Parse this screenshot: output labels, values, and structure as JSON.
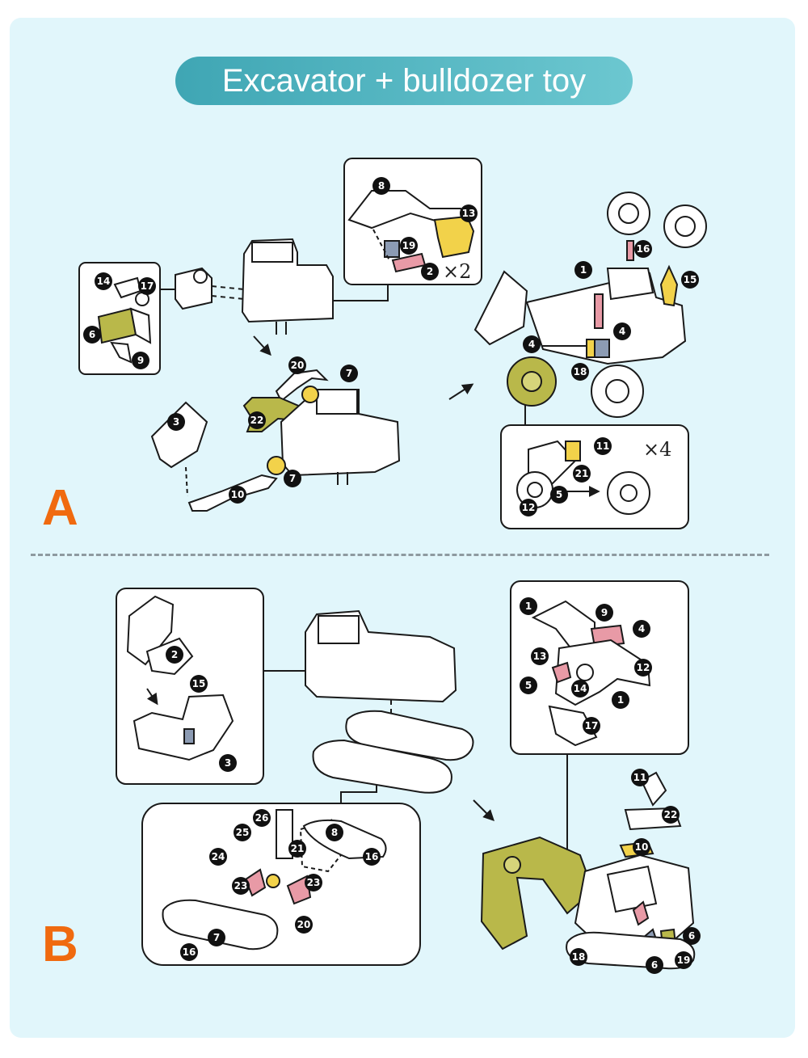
{
  "title": "Excavator + bulldozer toy",
  "sections": {
    "a": "A",
    "b": "B"
  },
  "multipliers": {
    "x2": "×2",
    "x4": "×4"
  },
  "colors": {
    "background": "#e1f6fb",
    "title_start": "#3fa6b4",
    "title_end": "#6cc7d0",
    "section_letter": "#f06a0f",
    "part_olive": "#b9b84a",
    "part_yellow": "#f2d24a",
    "part_pink": "#e89aa6",
    "part_blue": "#8c9bb3",
    "outline": "#1a1a1a"
  },
  "part_labels": {
    "a": {
      "inset_left": [
        "14",
        "17",
        "6",
        "9"
      ],
      "inset_top": [
        "8",
        "13",
        "19",
        "2"
      ],
      "assembly": [
        "20",
        "7",
        "3",
        "22",
        "7",
        "10"
      ],
      "wheel_assembly": [
        "16",
        "15",
        "1",
        "4",
        "4",
        "18"
      ],
      "inset_wheel": [
        "11",
        "21",
        "5",
        "12"
      ]
    },
    "b": {
      "inset_cab": [
        "2",
        "15",
        "3"
      ],
      "inset_tracks": [
        "26",
        "25",
        "21",
        "8",
        "16",
        "24",
        "23",
        "23",
        "20",
        "7",
        "16"
      ],
      "inset_arm": [
        "1",
        "9",
        "4",
        "13",
        "12",
        "5",
        "14",
        "1",
        "17"
      ],
      "assembly": [
        "11",
        "22",
        "10",
        "6",
        "18",
        "6",
        "19"
      ]
    }
  }
}
